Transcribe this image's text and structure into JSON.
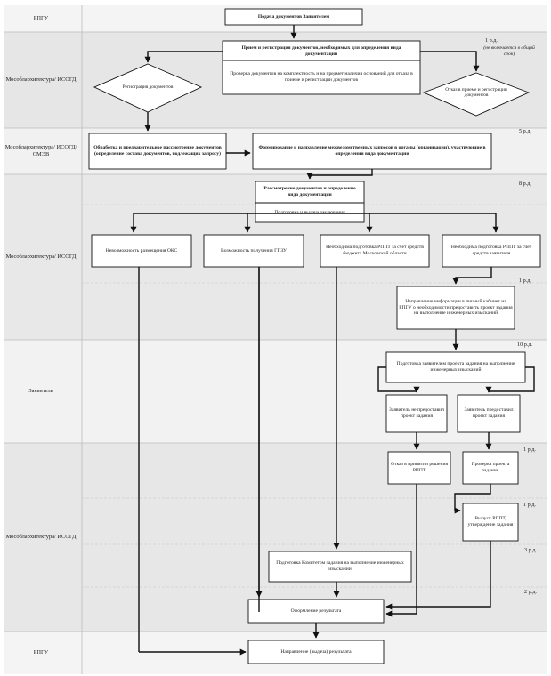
{
  "lanes": [
    {
      "label": "РПГУ"
    },
    {
      "label": "Мособлархитектура/ ИСОГД"
    },
    {
      "label": "Мособлархитектура/ ИСОГД/ СМЭВ"
    },
    {
      "label": "Мособлархитектура/ ИСОГД"
    },
    {
      "label": "Заявитель"
    },
    {
      "label": "Мособлархитектура/ ИСОГД"
    },
    {
      "label": "РПГУ"
    }
  ],
  "boxes": {
    "submit": "Подача документов Заявителем",
    "receive_title": "Прием и регистрация документов, необходимых для определения вида документации",
    "check": "Проверка документов на комплектность и на предмет наличия оснований для отказа в приеме и регистрации документов",
    "processing": "Обработка и предварительное рассмотрение документов (определение состава документов, подлежащих запросу)",
    "requests": "Формирование и направление межведомственных запросов в органы (организации), участвующие в определении вида документации",
    "review": "Рассмотрение документов и определение вида документации",
    "prepare_conclusion": "Подготовка и выдача заключения",
    "no_oks": "Невозможность размещения ОКС",
    "gpzu": "Возможность получения ГПЗУ",
    "rpgt_budget": "Необходима подготовка РППТ за счет средств бюджета Московской области",
    "rpgt_applicant": "Необходима подготовка РППТ за счет средств заявителя",
    "notify": "Направление информации в личный кабинет на РПГУ о необходимости предоставить проект задания на выполнение инженерных изысканий",
    "applicant_prepare": "Подготовка заявителем проекта задания на выполнение инженерных изысканий",
    "not_provided": "Заявитель не предоставил проект задания",
    "provided": "Заявитель предоставил проект задания",
    "refusal_rpgt": "Отказ в принятии решения РППТ",
    "check_project": "Проверка проекта задания",
    "issue_rpgt": "Выпуск РППТ, утверждение задания",
    "committee": "Подготовка Комитетом задания на выполнение инженерных изысканий",
    "result": "Оформление результата",
    "send_result": "Направление (выдача) результата"
  },
  "diamonds": {
    "registration": "Регистрация документов",
    "refusal": "Отказ в приеме и регистрации документов"
  },
  "times": {
    "t1": "1 р.д.",
    "t1_note": "(не включается в общий срок)",
    "t5": "5 р.д.",
    "t8": "8 р.д.",
    "t1b": "1 р.д.",
    "t10": "10 р.д.",
    "t1c": "1 р.д.",
    "t1d": "1 р.д.",
    "t3": "3 р.д.",
    "t2": "2 р.д."
  }
}
